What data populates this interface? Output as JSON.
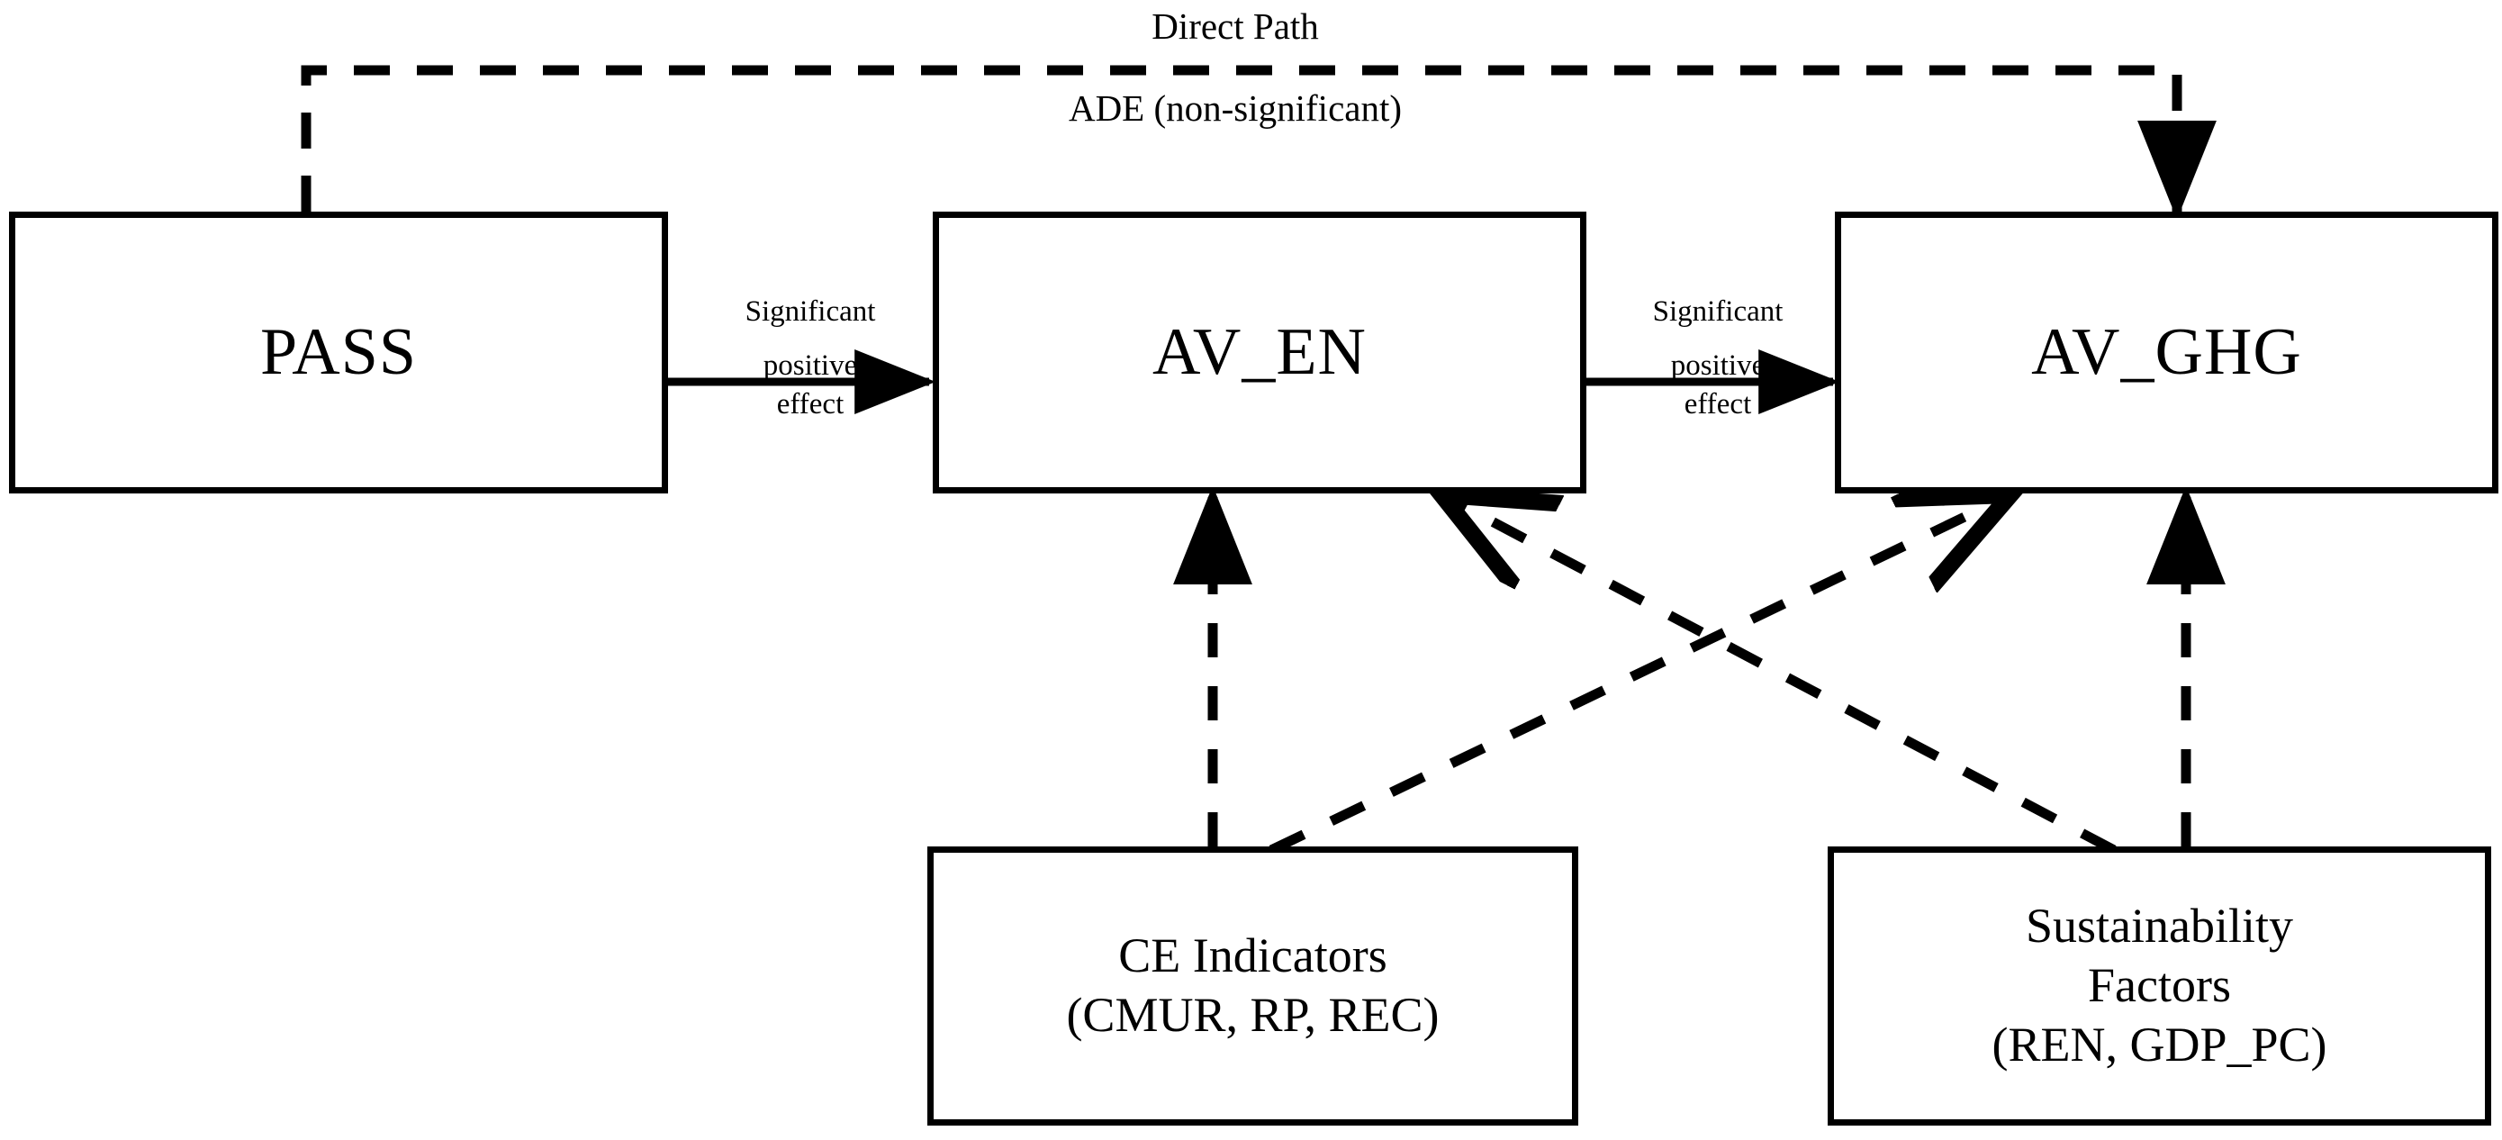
{
  "diagram": {
    "title_top": "Direct Path",
    "subtitle_top": "ADE (non-significant)",
    "nodes": {
      "pass": {
        "label": "PASS"
      },
      "av_en": {
        "label": "AV_EN"
      },
      "av_ghg": {
        "label": "AV_GHG"
      },
      "ce_indicators": {
        "line1": "CE Indicators",
        "line2": "(CMUR, RP, REC)"
      },
      "sustainability": {
        "line1": "Sustainability",
        "line2": "Factors",
        "line3": "(REN, GDP_PC)"
      }
    },
    "edges": {
      "pass_to_aven": {
        "line1": "Significant",
        "line2": "positive",
        "line3": "effect"
      },
      "aven_to_avghg": {
        "line1": "Significant",
        "line2": "positive",
        "line3": "effect"
      }
    },
    "colors": {
      "stroke": "#000000",
      "background": "#ffffff",
      "text": "#000000"
    }
  }
}
